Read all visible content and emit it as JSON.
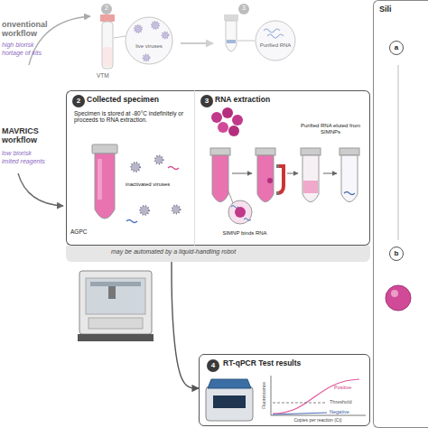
{
  "diagram": {
    "nodes": [
      {
        "text": [
          "Collected specimen",
          "Specimen is stored at -80°C indefinitely or proceeds to RNA extraction.",
          "inactivated viruses",
          "AGPC"
        ]
      },
      {
        "text": [
          "2"
        ],
        "in": 0
      },
      {
        "text": [
          "RNA extraction",
          "SIMNP binds RNA",
          "Purified RNA eluted from SIMNPs"
        ]
      },
      {
        "text": [
          "3"
        ],
        "in": 2
      },
      {
        "text": [
          "may be automated by a liquid-handling robot"
        ]
      },
      {
        "text": [
          "RT-qPCR Test results"
        ]
      },
      {
        "text": [
          "4"
        ],
        "in": 5
      },
      {
        "text": [
          "Sili"
        ]
      },
      {
        "text": [
          "a"
        ],
        "in": 7
      },
      {
        "text": [
          "b"
        ],
        "in": 7
      }
    ],
    "edges": [
      {
        "from": 4,
        "to": 5,
        "arrow": "to"
      }
    ],
    "labels": [
      "onventional workflow",
      "high biorisk",
      "hortage of kits",
      "2",
      "3",
      "VTM",
      "live viruses",
      "Purified RNA",
      "MAVRICS workflow",
      "low biorisk",
      "imited reagents",
      "Positive",
      "Threshold",
      "Negative",
      "Fluorescence",
      "Copies per reaction (Ct)"
    ]
  }
}
